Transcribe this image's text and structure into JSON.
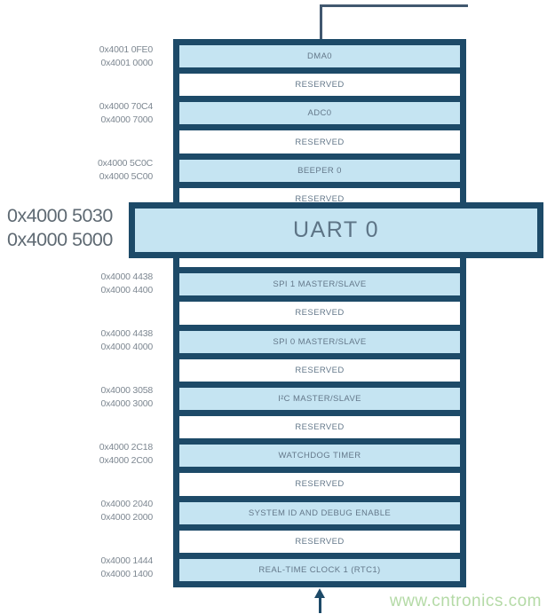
{
  "rows": [
    {
      "label": "DMA0",
      "type": "peripheral"
    },
    {
      "label": "RESERVED",
      "type": "reserved"
    },
    {
      "label": "ADC0",
      "type": "peripheral"
    },
    {
      "label": "RESERVED",
      "type": "reserved"
    },
    {
      "label": "BEEPER 0",
      "type": "peripheral"
    },
    {
      "label": "RESERVED",
      "type": "reserved"
    },
    {
      "label": "",
      "type": "peripheral"
    },
    {
      "label": "RESERVED",
      "type": "reserved"
    },
    {
      "label": "SPI 1 MASTER/SLAVE",
      "type": "peripheral"
    },
    {
      "label": "RESERVED",
      "type": "reserved"
    },
    {
      "label": "SPI 0 MASTER/SLAVE",
      "type": "peripheral"
    },
    {
      "label": "RESERVED",
      "type": "reserved"
    },
    {
      "label": "I²C MASTER/SLAVE",
      "type": "peripheral"
    },
    {
      "label": "RESERVED",
      "type": "reserved"
    },
    {
      "label": "WATCHDOG TIMER",
      "type": "peripheral"
    },
    {
      "label": "RESERVED",
      "type": "reserved"
    },
    {
      "label": "SYSTEM ID AND DEBUG ENABLE",
      "type": "peripheral"
    },
    {
      "label": "RESERVED",
      "type": "reserved"
    },
    {
      "label": "REAL-TIME CLOCK 1 (RTC1)",
      "type": "peripheral"
    }
  ],
  "addresses": [
    {
      "high": "0x4001 0FE0",
      "low": "0x4001 0000"
    },
    {
      "high": "0x4000 70C4",
      "low": "0x4000 7000"
    },
    {
      "high": "0x4000 5C0C",
      "low": "0x4000 5C00"
    },
    {
      "high": "0x4000 4438",
      "low": "0x4000 4400"
    },
    {
      "high": "0x4000 4438",
      "low": "0x4000 4000"
    },
    {
      "high": "0x4000 3058",
      "low": "0x4000 3000"
    },
    {
      "high": "0x4000 2C18",
      "low": "0x4000 2C00"
    },
    {
      "high": "0x4000 2040",
      "low": "0x4000 2000"
    },
    {
      "high": "0x4000 1444",
      "low": "0x4000 1400"
    }
  ],
  "highlight": {
    "label": "UART 0",
    "addr_high": "0x4000 5030",
    "addr_low": "0x4000 5000"
  },
  "watermark": "www.cntronics.com",
  "colors": {
    "navy": "#1d4a68",
    "light_blue": "#c5e4f2",
    "connector_grey_navy": "#41586f",
    "address_grey": "#7d8791",
    "row_text_blue_grey": "#64788a",
    "watermark_green": "#b4daa6"
  }
}
